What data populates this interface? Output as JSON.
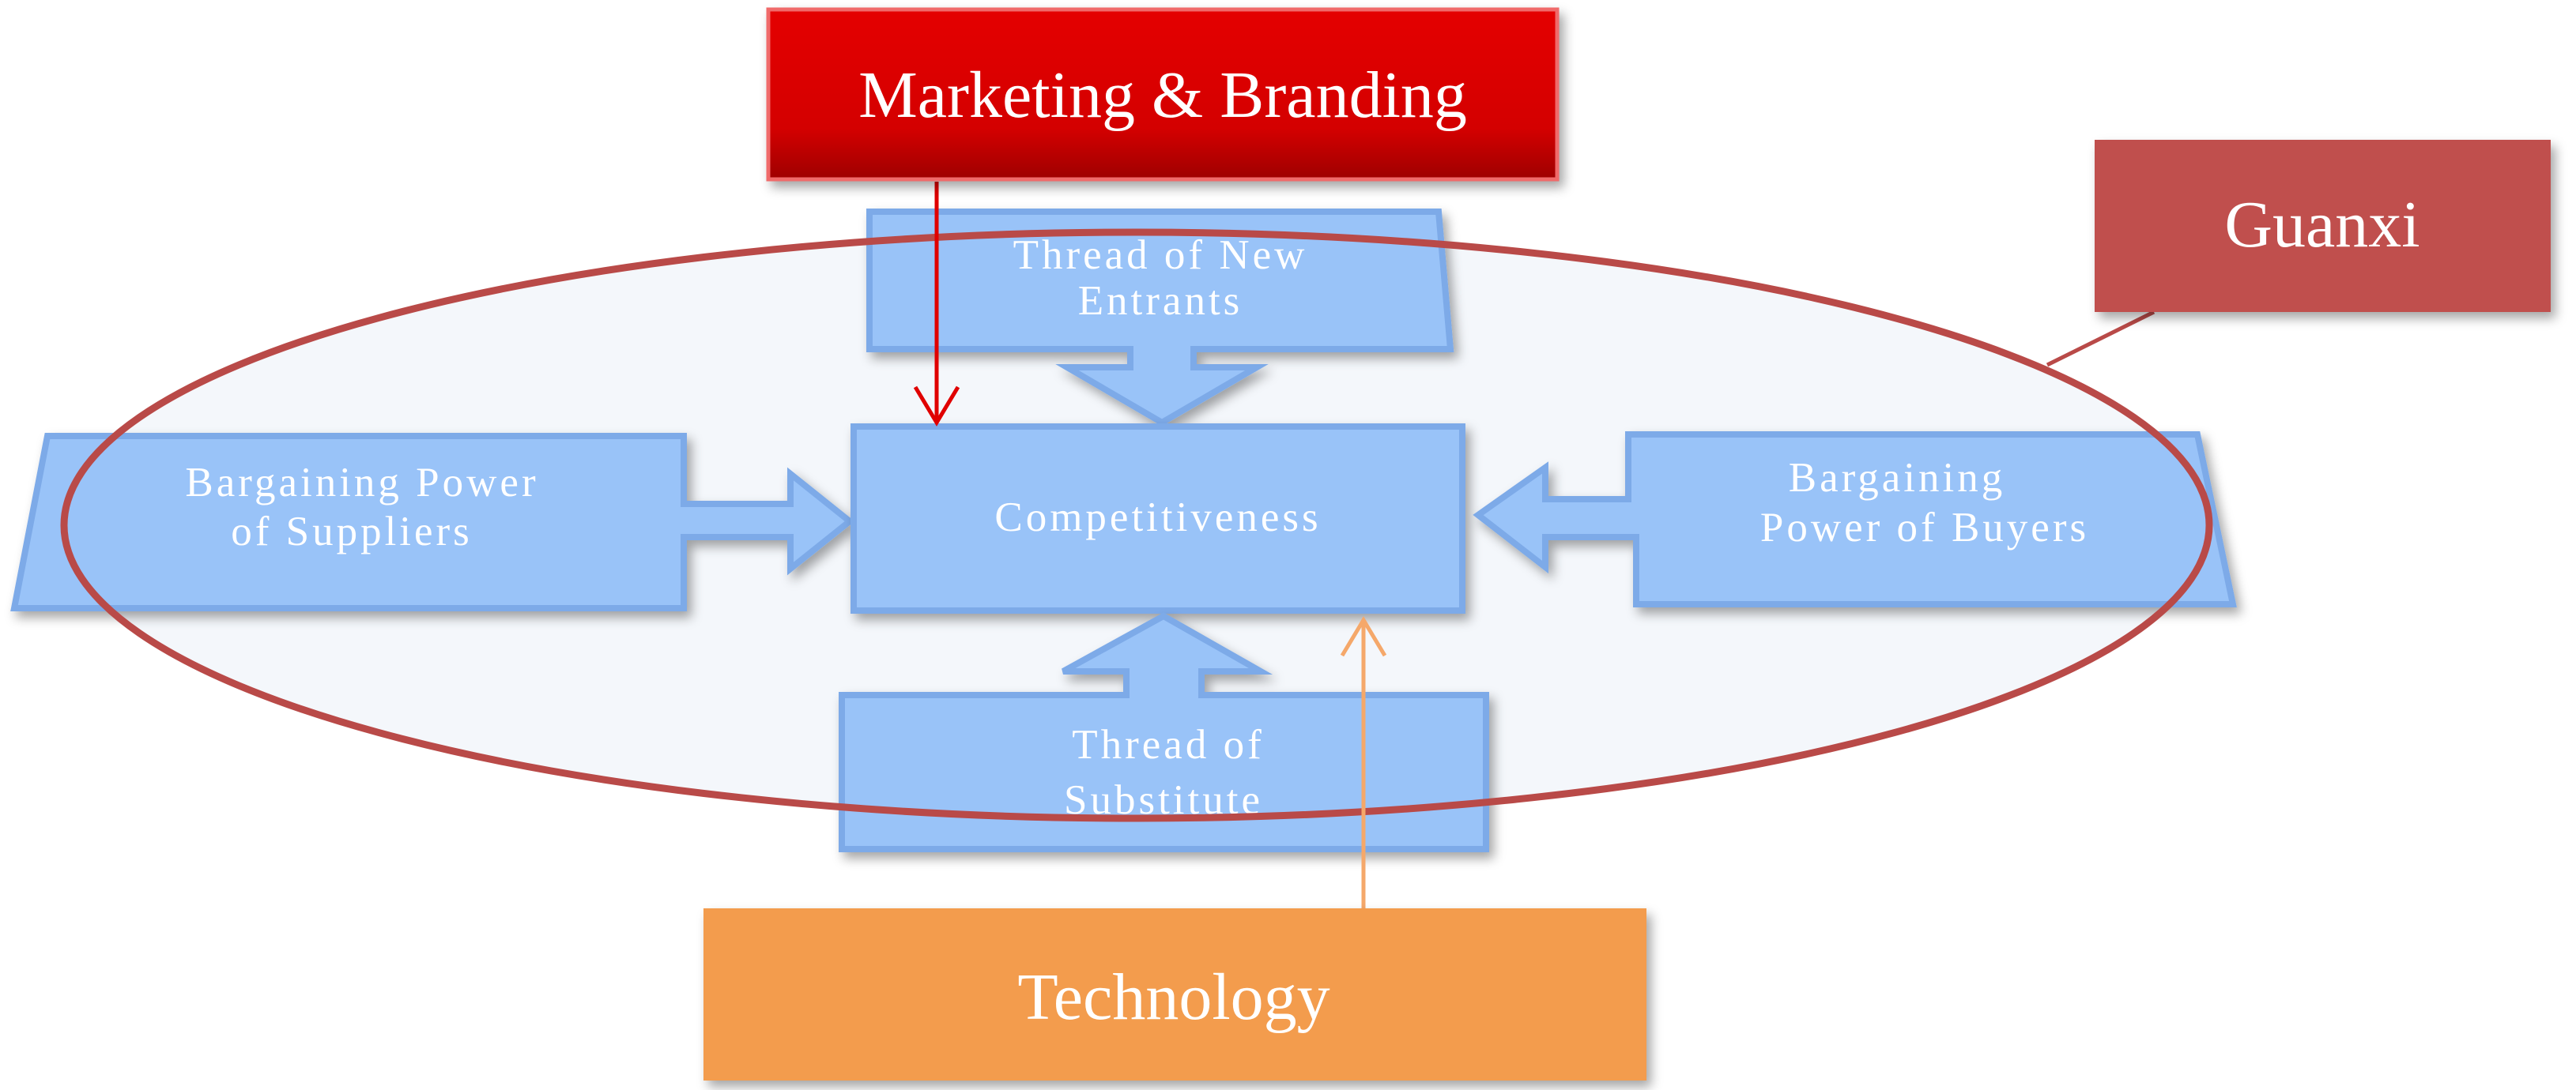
{
  "colors": {
    "force_fill": "#99C3F8",
    "force_stroke": "#7DAAE8",
    "ellipse_stroke": "#B94A48",
    "ellipse_fill": "#F3F6FB",
    "marketing_fill": "#D90000",
    "marketing_arrow": "#E00000",
    "guanxi_fill": "#C0504D",
    "technology_fill": "#F39C4E",
    "technology_arrow": "#F5A86A"
  },
  "nodes": {
    "new_entrants": {
      "line1": "Thread of New",
      "line2": "Entrants"
    },
    "suppliers": {
      "line1": "Bargaining Power",
      "line2": "of Suppliers"
    },
    "competitiveness": {
      "label": "Competitiveness"
    },
    "buyers": {
      "line1": "Bargaining",
      "line2": "Power of Buyers"
    },
    "substitute": {
      "line1": "Thread of",
      "line2": "Substitute"
    }
  },
  "factors": {
    "marketing": {
      "label": "Marketing & Branding",
      "icon": "arrow-down-icon"
    },
    "guanxi": {
      "label": "Guanxi"
    },
    "technology": {
      "label": "Technology",
      "icon": "arrow-up-icon"
    }
  }
}
